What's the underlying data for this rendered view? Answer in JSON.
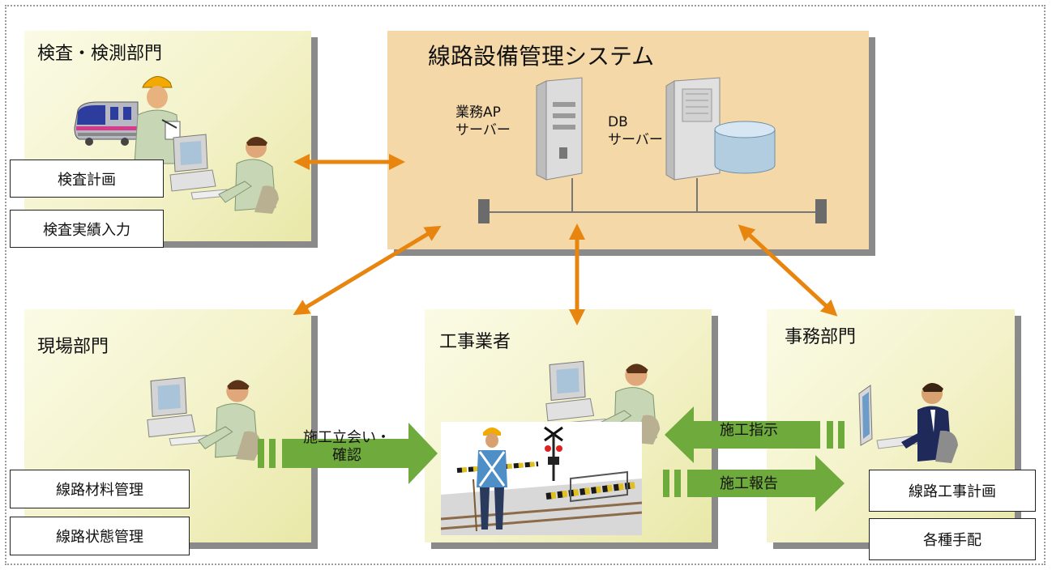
{
  "colors": {
    "arrow_orange": "#E8850F",
    "arrow_green": "#6FAA3C",
    "panel_tan": "#F5D8A8",
    "panel_yellow": "#F3F2C9"
  },
  "system": {
    "title": "線路設備管理システム",
    "app_server": [
      "業務AP",
      "サーバー"
    ],
    "db_server": [
      "DB",
      "サーバー"
    ]
  },
  "inspection": {
    "title": "検査・検測部門",
    "tasks": [
      "検査計画",
      "検査実績入力"
    ]
  },
  "field": {
    "title": "現場部門",
    "tasks": [
      "線路材料管理",
      "線路状態管理"
    ]
  },
  "contractor": {
    "title": "工事業者"
  },
  "office": {
    "title": "事務部門",
    "tasks": [
      "線路工事計画",
      "各種手配"
    ]
  },
  "flows": {
    "witness": [
      "施工立会い・",
      "確認"
    ],
    "instruction": "施工指示",
    "report": "施工報告"
  },
  "icons": [
    "train-icon",
    "worker-icon",
    "operator-icon",
    "server-icon",
    "database-icon",
    "railroad-crossing-icon"
  ]
}
